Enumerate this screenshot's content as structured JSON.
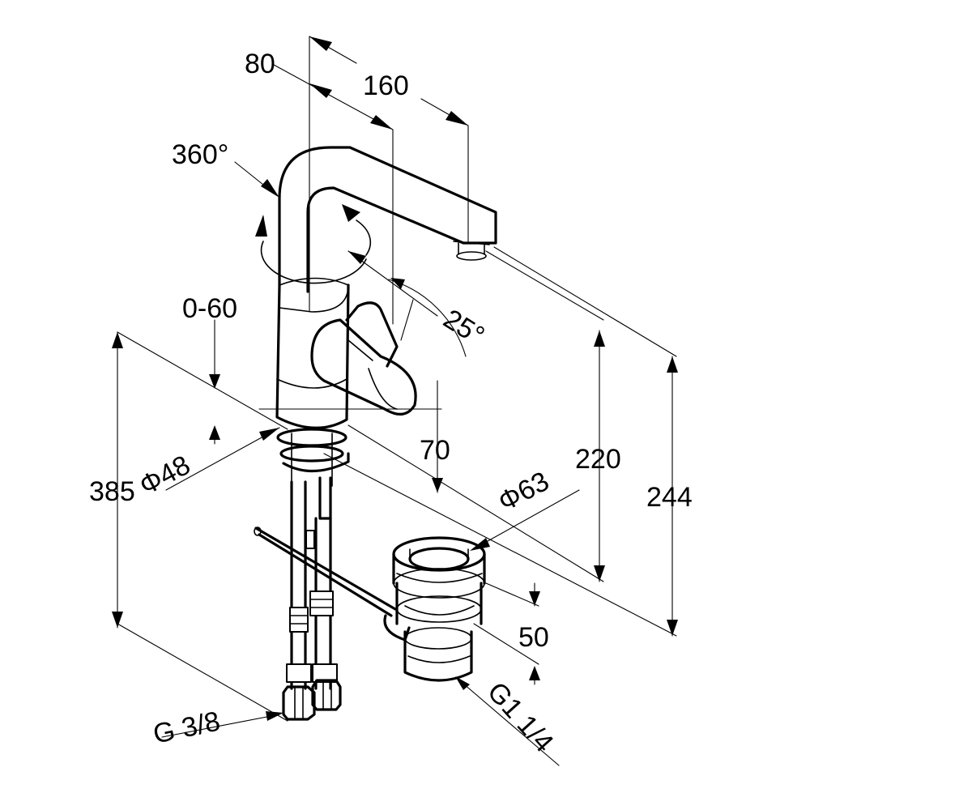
{
  "dimensions": {
    "reach_80": "80",
    "reach_160": "160",
    "swivel": "360°",
    "lever_angle": "25°",
    "pop_up_range": "0-60",
    "height_385": "385",
    "base_diameter": "Φ48",
    "lever_depth": "70",
    "drain_diameter": "Φ63",
    "spout_height": "220",
    "total_height": "244",
    "drain_height": "50",
    "connection_hoses": "G 3/8",
    "drain_thread": "G1 1/4"
  }
}
